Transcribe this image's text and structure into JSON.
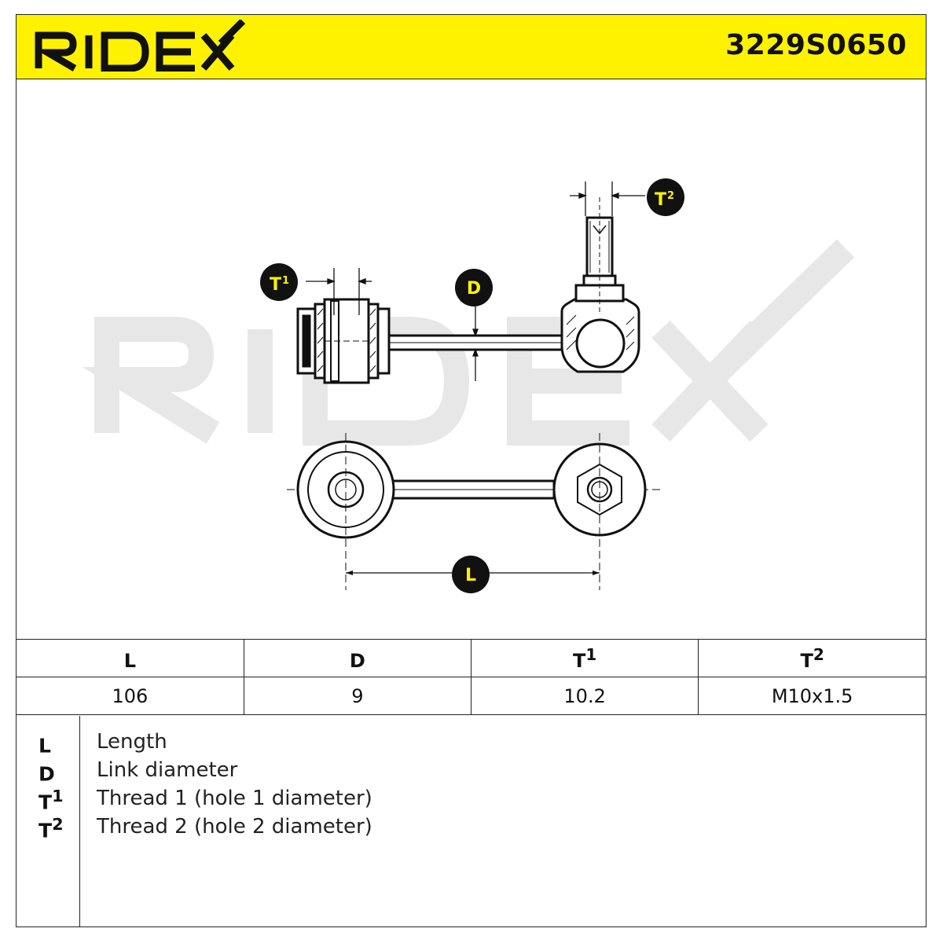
{
  "brand": {
    "name": "RIDEX",
    "accent_color": "#fff200"
  },
  "part_number": "3229S0650",
  "watermark": "RIDEX",
  "callouts": {
    "t1": {
      "base": "T",
      "sup": "1"
    },
    "t2": {
      "base": "T",
      "sup": "2"
    },
    "d": "D",
    "l": "L"
  },
  "spec_table": {
    "headers": [
      {
        "base": "L",
        "sup": ""
      },
      {
        "base": "D",
        "sup": ""
      },
      {
        "base": "T",
        "sup": "1"
      },
      {
        "base": "T",
        "sup": "2"
      }
    ],
    "values": [
      "106",
      "9",
      "10.2",
      "M10x1.5"
    ]
  },
  "legend": [
    {
      "symbol": "L",
      "sup": "",
      "description": "Length"
    },
    {
      "symbol": "D",
      "sup": "",
      "description": "Link diameter"
    },
    {
      "symbol": "T",
      "sup": "1",
      "description": "Thread 1 (hole 1 diameter)"
    },
    {
      "symbol": "T",
      "sup": "2",
      "description": "Thread 2 (hole 2 diameter)"
    }
  ]
}
